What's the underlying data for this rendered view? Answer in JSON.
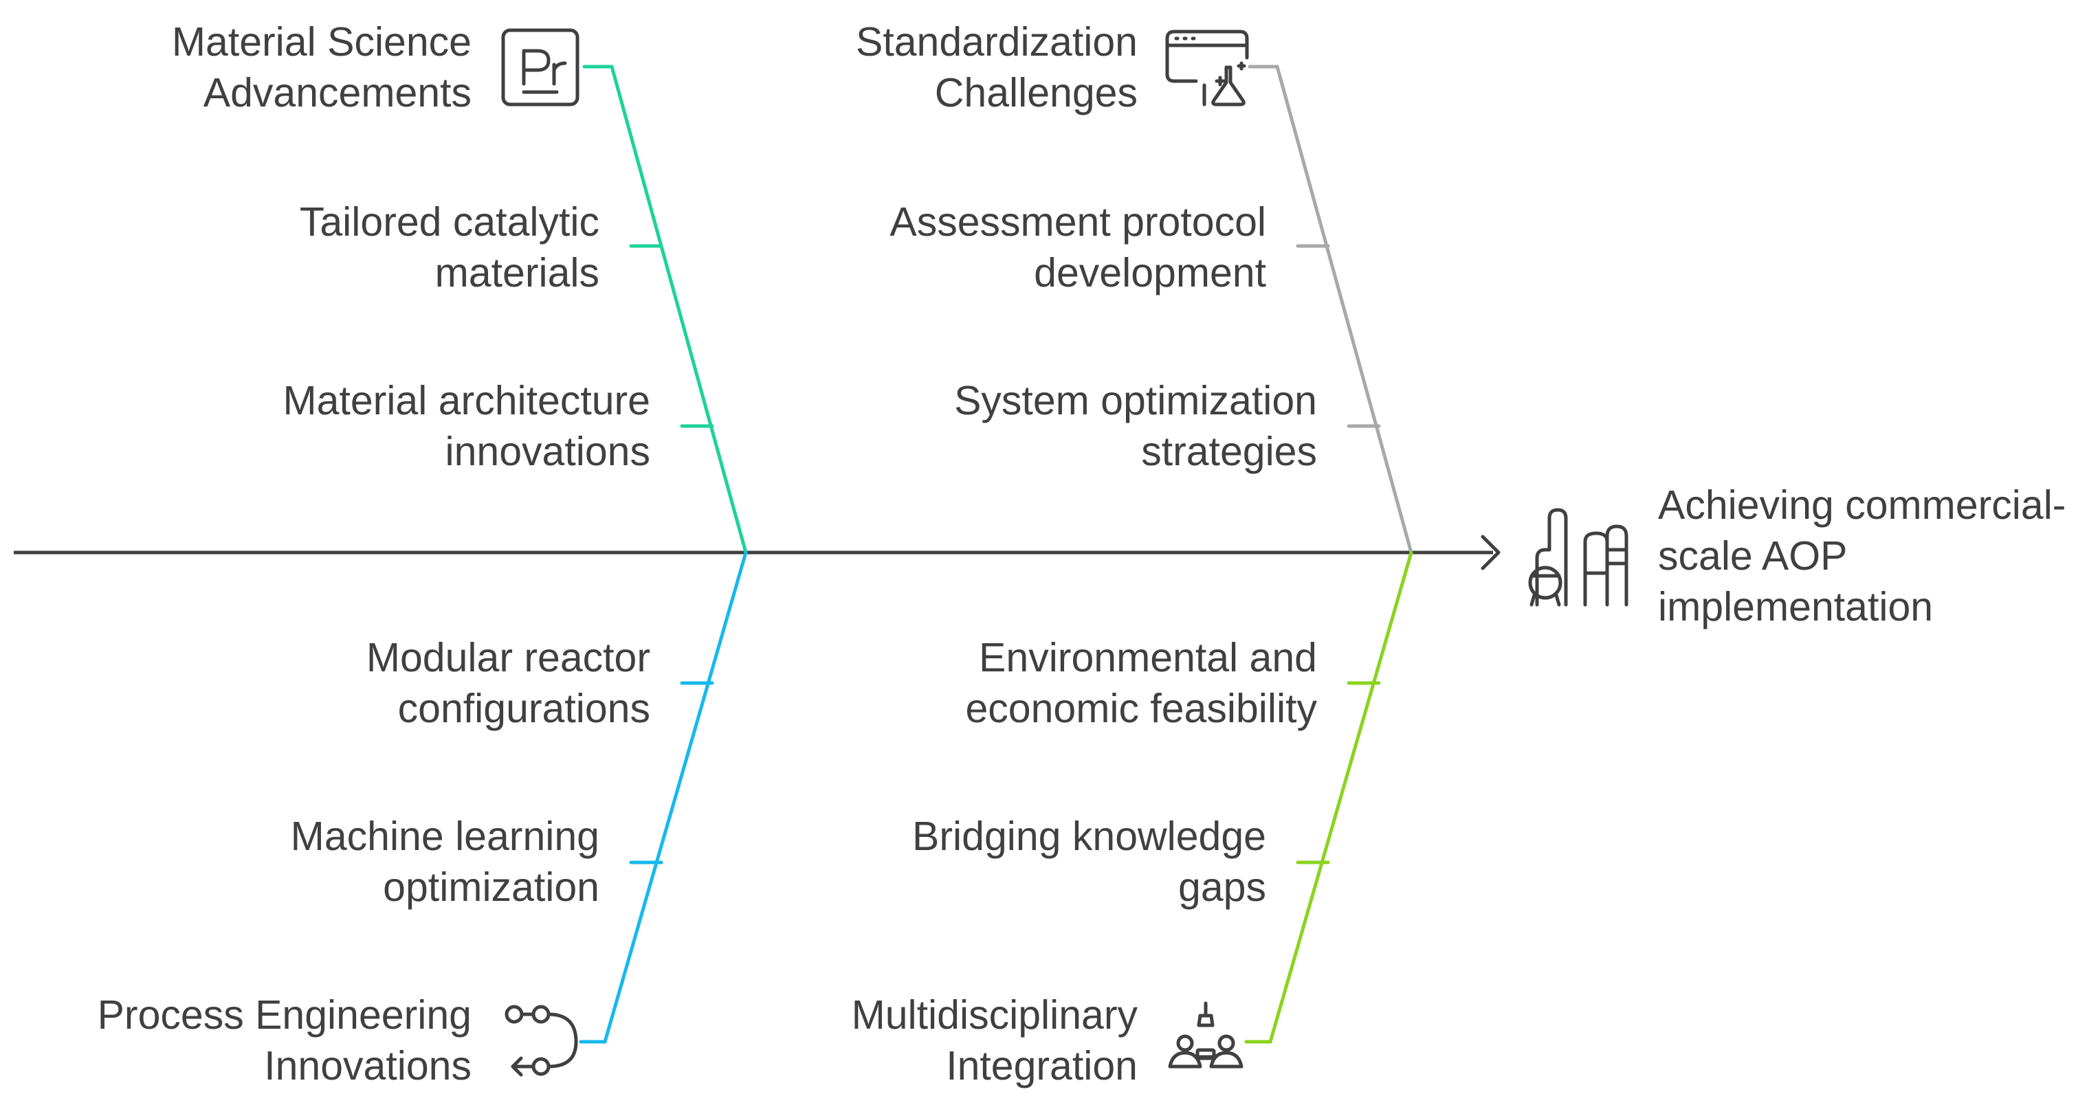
{
  "goal": {
    "lines": [
      "Achieving commercial-",
      "scale AOP",
      "implementation"
    ],
    "icon": "industrial-plant-icon"
  },
  "categories": [
    {
      "id": "material-science",
      "lines": [
        "Material Science",
        "Advancements"
      ],
      "icon": "periodic-element-icon",
      "color": "#1dd39a",
      "causes": [
        {
          "lines": [
            "Tailored catalytic",
            "materials"
          ]
        },
        {
          "lines": [
            "Material architecture",
            "innovations"
          ]
        }
      ]
    },
    {
      "id": "standardization",
      "lines": [
        "Standardization",
        "Challenges"
      ],
      "icon": "browser-lab-flask-icon",
      "color": "#a8a8a8",
      "causes": [
        {
          "lines": [
            "Assessment protocol",
            "development"
          ]
        },
        {
          "lines": [
            "System optimization",
            "strategies"
          ]
        }
      ]
    },
    {
      "id": "process-engineering",
      "lines": [
        "Process Engineering",
        "Innovations"
      ],
      "icon": "process-flow-icon",
      "color": "#16b9ec",
      "causes": [
        {
          "lines": [
            "Modular reactor",
            "configurations"
          ]
        },
        {
          "lines": [
            "Machine learning",
            "optimization"
          ]
        }
      ]
    },
    {
      "id": "multidisciplinary",
      "lines": [
        "Multidisciplinary",
        "Integration"
      ],
      "icon": "team-collaboration-icon",
      "color": "#8bd31f",
      "causes": [
        {
          "lines": [
            "Environmental and",
            "economic feasibility"
          ]
        },
        {
          "lines": [
            "Bridging knowledge",
            "gaps"
          ]
        }
      ]
    }
  ],
  "colors": {
    "spine": "#404040",
    "text": "#404040"
  }
}
